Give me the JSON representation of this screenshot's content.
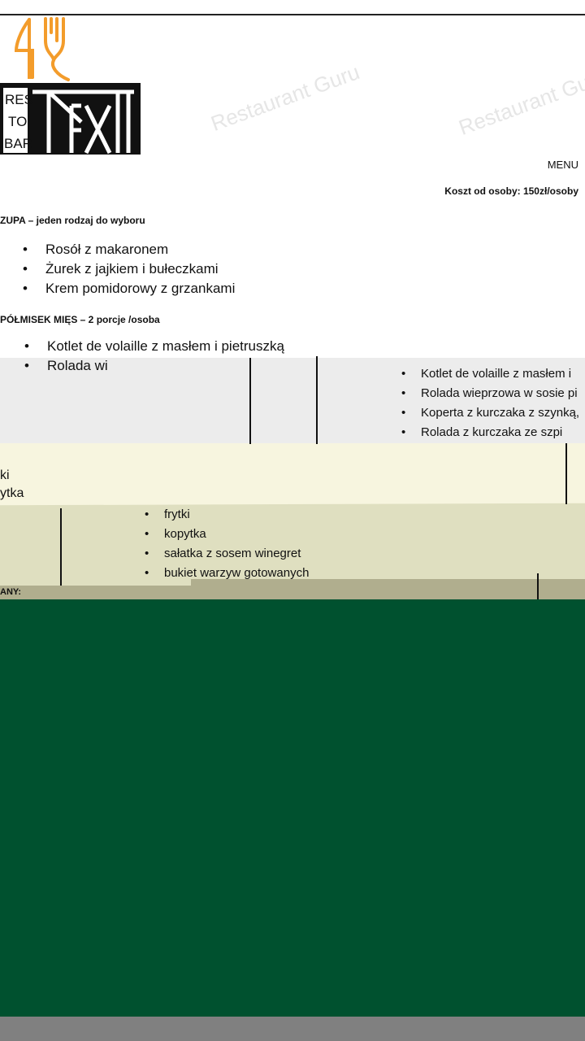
{
  "logo": {
    "text_small": [
      "RES",
      "TO",
      "BAR"
    ],
    "text_big": "NEXT"
  },
  "watermark": "Restaurant Guru",
  "header": {
    "menu_label": "MENU",
    "cost": "Koszt od osoby: 150zł/osoby"
  },
  "zupa": {
    "heading": "ZUPA – jeden rodzaj do wyboru",
    "items": [
      "Rosół z makaronem",
      "Żurek z jajkiem i bułeczkami",
      "Krem pomidorowy z grzankami"
    ]
  },
  "polmisek": {
    "heading": "PÓŁMISEK MIĘS  – 2 porcje /osoba",
    "items": [
      "Kotlet de volaille z masłem i pietruszką"
    ],
    "cut_fragment": "Rolada wi"
  },
  "right_list": {
    "items": [
      "Kotlet de volaille z masłem i",
      "Rolada wieprzowa w sosie pi",
      "Koperta z kurczaka z szynką,",
      "Rolada z kurczaka ze szpi"
    ]
  },
  "cream_fragments": [
    "ki",
    "ytka"
  ],
  "sides": {
    "items": [
      "frytki",
      "kopytka",
      "sałatka z sosem winegret",
      "bukiet warzyw gotowanych"
    ]
  },
  "footer_fragment": "ANY:",
  "colors": {
    "logo_orange": "#f39c2b",
    "green": "#00512f",
    "cream": "#f7f5df",
    "olive": "#dfdfc0"
  }
}
